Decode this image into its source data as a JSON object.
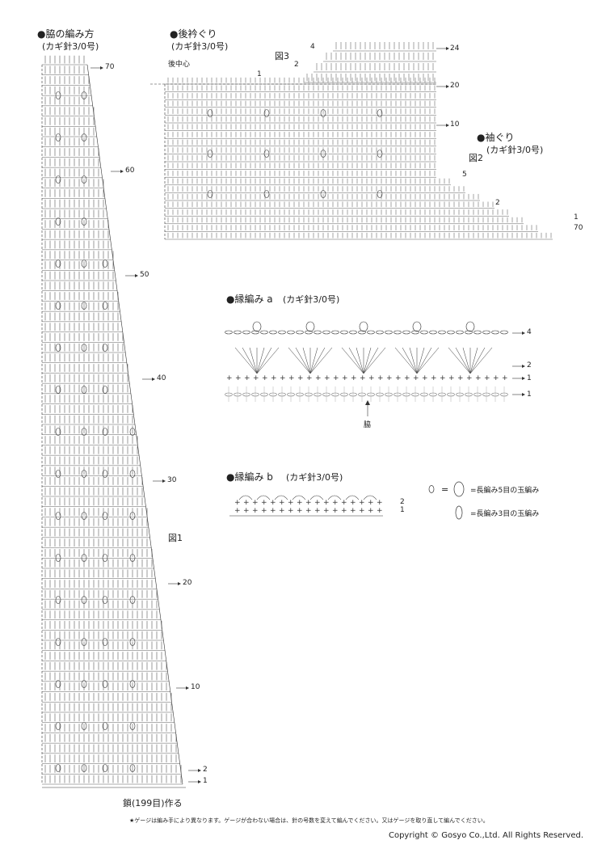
{
  "fig1": {
    "title": "●脇の編み方",
    "hook": "(カギ針3/0号)",
    "label": "図1",
    "chain_note": "鎖(199目)作る",
    "row_numbers": [
      "70",
      "60",
      "50",
      "40",
      "30",
      "20",
      "10",
      "2",
      "1"
    ]
  },
  "fig3": {
    "title": "●後衿ぐり",
    "hook": "(カギ針3/0号)",
    "label": "図3",
    "back_center": "後中心",
    "row_numbers": [
      "24",
      "20",
      "10"
    ],
    "step_numbers": [
      "4",
      "2",
      "1"
    ]
  },
  "fig2": {
    "title": "●袖ぐり",
    "hook": "(カギ針3/0号)",
    "label": "図2",
    "row_numbers": [
      "5",
      "2",
      "1",
      "70"
    ]
  },
  "edge_a": {
    "title": "●縁編み a",
    "hook": "(カギ針3/0号)",
    "row_numbers": [
      "4",
      "2",
      "1",
      "1"
    ],
    "side_label": "脇"
  },
  "edge_b": {
    "title": "●縁編み b",
    "hook": "(カギ針3/0号)",
    "row_numbers": [
      "2",
      "1"
    ]
  },
  "legend": {
    "eq": "=",
    "item1": "=長編み5目の玉編み",
    "item2": "=長編み3目の玉編み"
  },
  "footer": {
    "note": "★ゲージは編み手により異なります。ゲージが合わない場合は、針の号数を変えて編んでください。又はゲージを取り直して編んでください。",
    "copyright": "Copyright © Gosyo Co.,Ltd. All Rights Reserved."
  }
}
